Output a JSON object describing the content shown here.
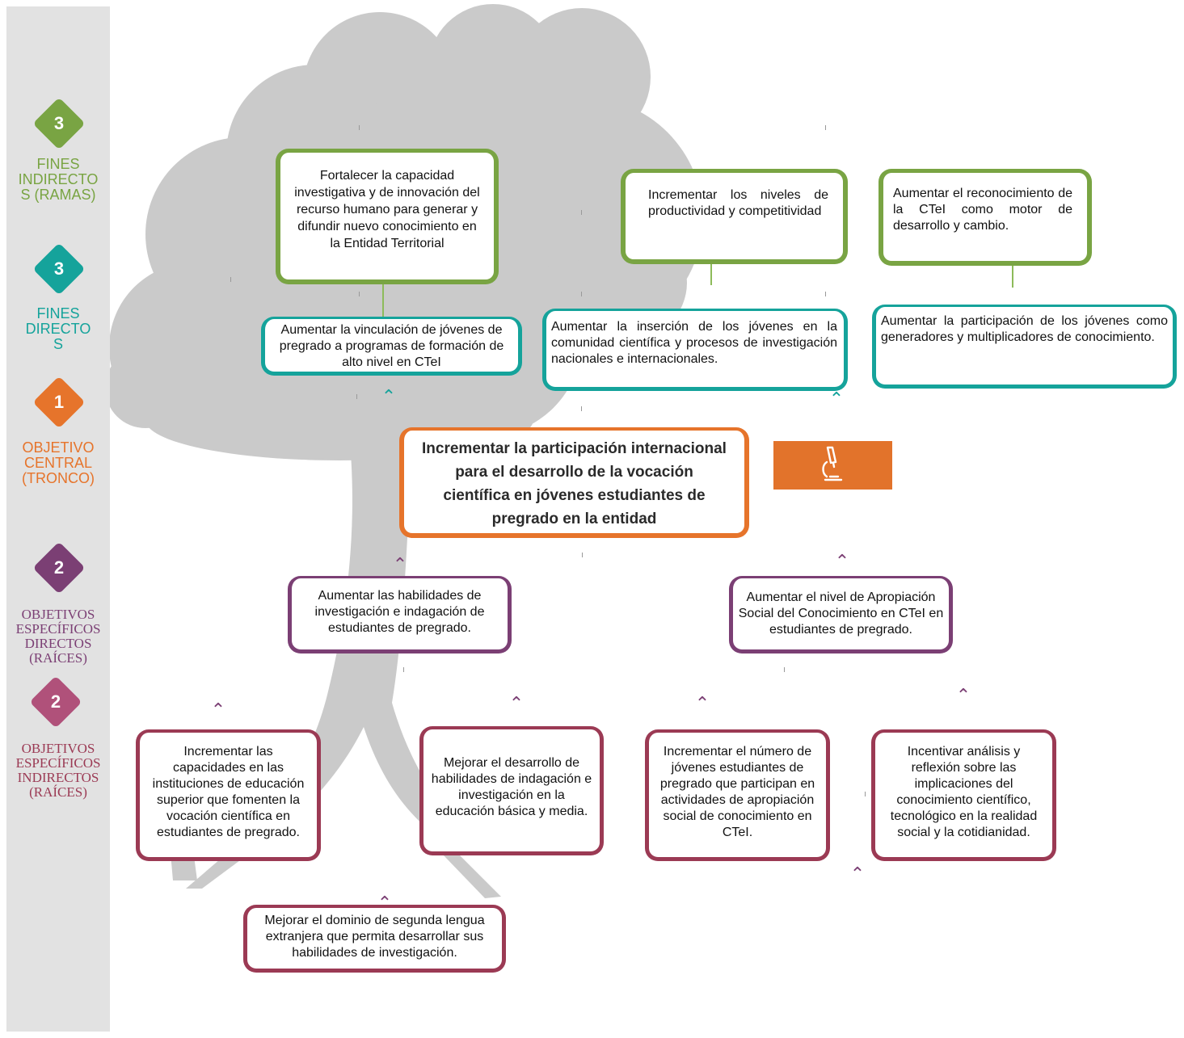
{
  "colors": {
    "green": "#79a443",
    "teal": "#15a39b",
    "orange": "#e6742b",
    "purple": "#7b3f74",
    "pink": "#b0517a",
    "wine": "#9b3a54",
    "sidebar": "#e2e2e2",
    "tree": "#c9c9c9"
  },
  "sidebar": {
    "levels": [
      {
        "number": "3",
        "label": "FINES\nINDIRECTO\nS (RAMAS)",
        "color": "#79a443"
      },
      {
        "number": "3",
        "label": "FINES\nDIRECTO\nS",
        "color": "#15a39b"
      },
      {
        "number": "1",
        "label": "OBJETIVO\nCENTRAL\n(TRONCO)",
        "color": "#e6742b"
      },
      {
        "number": "2",
        "label": "OBJETIVOS\nESPECÍFICOS\nDIRECTOS\n(RAÍCES)",
        "color": "#7b3f74"
      },
      {
        "number": "2",
        "label": "OBJETIVOS\nESPECÍFICOS\nINDIRECTOS\n(RAÍCES)",
        "color": "#b0517a"
      }
    ]
  },
  "fines_indirectos": [
    "Fortalecer la capacidad investigativa y de innovación del recurso humano para generar y difundir nuevo conocimiento en la Entidad Territorial",
    "Incrementar los niveles de productividad y competitividad",
    "Aumentar el reconocimiento de la CTeI como motor de desarrollo y cambio."
  ],
  "fines_directos": [
    "Aumentar la vinculación de jóvenes de pregrado a programas de formación de alto nivel en CTeI",
    "Aumentar la inserción de los jóvenes en la comunidad científica y procesos de investigación nacionales e internacionales.",
    "Aumentar la participación de los jóvenes como generadores y multiplicadores de conocimiento."
  ],
  "objetivo_central": "Incrementar la participación internacional para el desarrollo de la vocación científica en jóvenes estudiantes de pregrado en la entidad",
  "icon": "microscope-icon",
  "especificos_directos": [
    "Aumentar las habilidades de investigación e indagación de estudiantes de pregrado.",
    "Aumentar el nivel de Apropiación Social del Conocimiento en CTeI en estudiantes de pregrado."
  ],
  "especificos_indirectos": [
    "Incrementar las capacidades en las instituciones de educación superior que fomenten la vocación científica en estudiantes de pregrado.",
    "Mejorar el desarrollo de habilidades de indagación e investigación en la educación básica y media.",
    "Incrementar el número de jóvenes estudiantes de pregrado que participan en actividades de apropiación social de conocimiento en CTeI.",
    "Incentivar análisis y reflexión sobre las implicaciones del conocimiento científico, tecnológico en la realidad social y la cotidianidad.",
    "Mejorar el dominio de segunda lengua extranjera que permita desarrollar sus habilidades de investigación."
  ]
}
